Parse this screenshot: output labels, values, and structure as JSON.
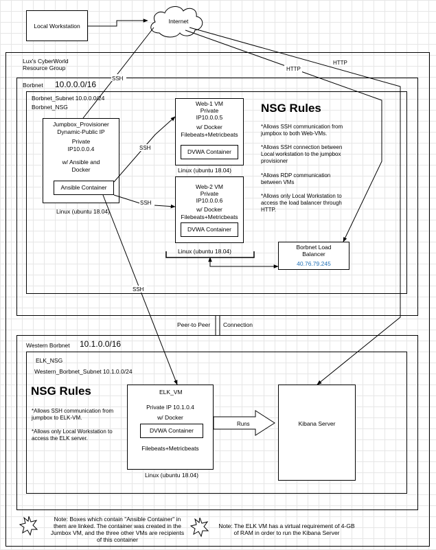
{
  "local_workstation": "Local Workstation",
  "internet": "Internet",
  "resource_group": {
    "line1": "Lux's CyberWorld",
    "line2": "Resource Group"
  },
  "borbnet": {
    "name": "Borbnet",
    "cidr": "10.0.0.0/16"
  },
  "borbnet_subnet": {
    "name": "Borbnet_Subnet 10.0.0.0/24",
    "nsg": "Borbnet_NSG"
  },
  "jumpbox": {
    "line1": "Jumpbox_Provisioner",
    "line2": "Dynamic-Public IP",
    "line3": "Private",
    "line4": "IP10.0.0.4",
    "line5": "w/ Ansible and",
    "line6": "Docker",
    "container": "Ansible Container",
    "os": "Linux (ubuntu 18.04)"
  },
  "web1": {
    "line1": "Web-1 VM",
    "line2": "Private",
    "line3": "IP10.0.0.5",
    "line4": "w/ Docker",
    "line5": "Filebeats+Metricbeats",
    "container": "DVWA Container",
    "os": "Linux (ubuntu 18.04)"
  },
  "web2": {
    "line1": "Web-2 VM",
    "line2": "Private",
    "line3": "IP10.0.0.6",
    "line4": "w/ Docker",
    "line5": "Filebeats+Metricbeats",
    "container": "DVWA Container",
    "os": "Linux (ubuntu 18.04)"
  },
  "nsg_rules_top": {
    "title": "NSG Rules",
    "r1a": "*Allows SSH communication from",
    "r1b": "jumpbox to both Web-VMs.",
    "r2a": "*Allows SSH connection between",
    "r2b": "Local workstation to the jumpbox",
    "r2c": "provisioner",
    "r3a": "*Allows RDP communication",
    "r3b": "between VMs",
    "r4a": "*Allows only Local Workstation to",
    "r4b": "access the load balancer through",
    "r4c": "HTTP."
  },
  "load_balancer": {
    "line1": "Borbnet Load",
    "line2": "Balancer",
    "ip": "40.76.79.245"
  },
  "peering": {
    "left": "Peer-to Peer",
    "right": "Connection"
  },
  "western": {
    "name": "Western Borbnet",
    "cidr": "10.1.0.0/16"
  },
  "elk_nsg": "ELK_NSG",
  "western_subnet": "Western_Borbnet_Subnet 10.1.0.0/24",
  "nsg_rules_bottom": {
    "title": "NSG Rules",
    "r1a": "*Allows SSH communication from",
    "r1b": "jumpbox to ELK-VM.",
    "r2a": "*Allows only Local Workstation to",
    "r2b": "access the ELK server."
  },
  "elk_vm": {
    "line1": "ELK_VM",
    "line2": "Private IP 10.1.0.4",
    "line3": "w/ Docker",
    "container": "DVWA Container",
    "line4": "Filebeats+Metricbeats",
    "os": "Linux (ubuntu 18.04)"
  },
  "kibana": "Kibana Server",
  "edges": {
    "ssh": "SSH",
    "http": "HTTP",
    "runs": "Runs"
  },
  "notes": {
    "n1a": "Note: Boxes which contain \"Ansible Container\" in",
    "n1b": "them are linked. The container was created in the",
    "n1c": "Jumbox VM, and the three other VMs are recipients",
    "n1d": "of this container",
    "n2a": "Note: The ELK VM has a virtual requirement of 4-GB",
    "n2b": "of RAM in order to run the Kibana Server"
  },
  "colors": {
    "lb_ip": "#1f6fb5"
  }
}
